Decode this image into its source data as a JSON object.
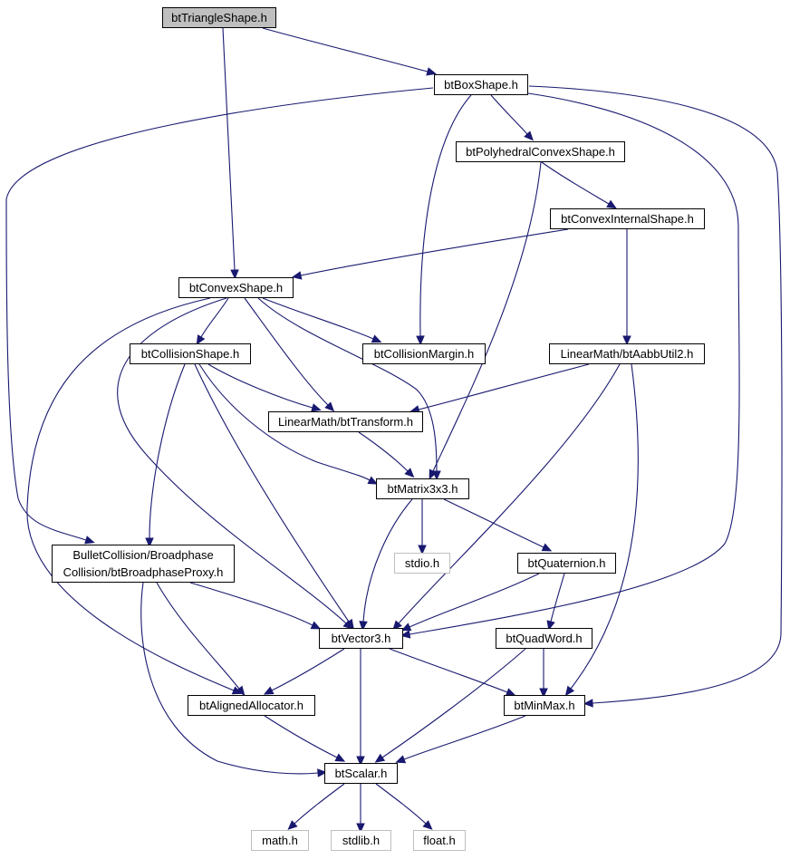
{
  "graph": {
    "nodes": {
      "btTriangleShape": "btTriangleShape.h",
      "btBoxShape": "btBoxShape.h",
      "btPolyhedralConvexShape": "btPolyhedralConvexShape.h",
      "btConvexInternalShape": "btConvexInternalShape.h",
      "btConvexShape": "btConvexShape.h",
      "btCollisionShape": "btCollisionShape.h",
      "btCollisionMargin": "btCollisionMargin.h",
      "btAabbUtil2": "LinearMath/btAabbUtil2.h",
      "btTransform": "LinearMath/btTransform.h",
      "btMatrix3x3": "btMatrix3x3.h",
      "btBroadphaseProxy_line1": "BulletCollision/Broadphase",
      "btBroadphaseProxy_line2": "Collision/btBroadphaseProxy.h",
      "stdio": "stdio.h",
      "btQuaternion": "btQuaternion.h",
      "btVector3": "btVector3.h",
      "btQuadWord": "btQuadWord.h",
      "btAlignedAllocator": "btAlignedAllocator.h",
      "btMinMax": "btMinMax.h",
      "btScalar": "btScalar.h",
      "math": "math.h",
      "stdlib": "stdlib.h",
      "float": "float.h"
    },
    "edges": [
      [
        "btTriangleShape",
        "btBoxShape"
      ],
      [
        "btTriangleShape",
        "btConvexShape"
      ],
      [
        "btBoxShape",
        "btPolyhedralConvexShape"
      ],
      [
        "btBoxShape",
        "btCollisionMargin"
      ],
      [
        "btBoxShape",
        "btBroadphaseProxy"
      ],
      [
        "btBoxShape",
        "btVector3"
      ],
      [
        "btBoxShape",
        "btMinMax"
      ],
      [
        "btPolyhedralConvexShape",
        "btConvexInternalShape"
      ],
      [
        "btPolyhedralConvexShape",
        "btMatrix3x3"
      ],
      [
        "btConvexInternalShape",
        "btConvexShape"
      ],
      [
        "btConvexInternalShape",
        "btAabbUtil2"
      ],
      [
        "btConvexShape",
        "btCollisionShape"
      ],
      [
        "btConvexShape",
        "btCollisionMargin"
      ],
      [
        "btConvexShape",
        "btTransform"
      ],
      [
        "btConvexShape",
        "btMatrix3x3"
      ],
      [
        "btConvexShape",
        "btVector3"
      ],
      [
        "btConvexShape",
        "btAlignedAllocator"
      ],
      [
        "btCollisionShape",
        "btTransform"
      ],
      [
        "btCollisionShape",
        "btMatrix3x3"
      ],
      [
        "btCollisionShape",
        "btVector3"
      ],
      [
        "btCollisionShape",
        "btBroadphaseProxy"
      ],
      [
        "btAabbUtil2",
        "btTransform"
      ],
      [
        "btAabbUtil2",
        "btVector3"
      ],
      [
        "btAabbUtil2",
        "btMinMax"
      ],
      [
        "btTransform",
        "btMatrix3x3"
      ],
      [
        "btMatrix3x3",
        "btVector3"
      ],
      [
        "btMatrix3x3",
        "stdio"
      ],
      [
        "btMatrix3x3",
        "btQuaternion"
      ],
      [
        "btBroadphaseProxy",
        "btVector3"
      ],
      [
        "btBroadphaseProxy",
        "btAlignedAllocator"
      ],
      [
        "btBroadphaseProxy",
        "btScalar"
      ],
      [
        "btQuaternion",
        "btVector3"
      ],
      [
        "btQuaternion",
        "btQuadWord"
      ],
      [
        "btQuadWord",
        "btMinMax"
      ],
      [
        "btQuadWord",
        "btScalar"
      ],
      [
        "btVector3",
        "btAlignedAllocator"
      ],
      [
        "btVector3",
        "btMinMax"
      ],
      [
        "btVector3",
        "btScalar"
      ],
      [
        "btAlignedAllocator",
        "btScalar"
      ],
      [
        "btMinMax",
        "btScalar"
      ],
      [
        "btScalar",
        "math"
      ],
      [
        "btScalar",
        "stdlib"
      ],
      [
        "btScalar",
        "float"
      ]
    ],
    "colors": {
      "edge": "#191970",
      "root_fill": "#bfbfbf",
      "external_border": "#bfbfbf",
      "node_border": "#000000"
    }
  }
}
